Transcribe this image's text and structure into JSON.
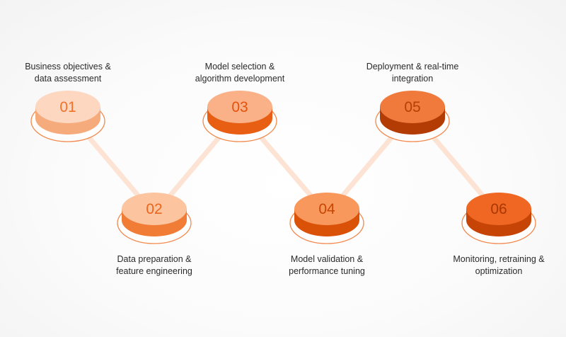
{
  "steps": [
    {
      "number": "01",
      "label": "Business objectives &\ndata assessment",
      "fill": "#fdd7c0",
      "side": "#f6ab7c",
      "numColor": "#f0722b"
    },
    {
      "number": "02",
      "label": "Data preparation &\nfeature engineering",
      "fill": "#fcc49f",
      "side": "#f07c35",
      "numColor": "#e9661e"
    },
    {
      "number": "03",
      "label": "Model selection &\nalgorithm development",
      "fill": "#fab188",
      "side": "#e85f13",
      "numColor": "#e4520b"
    },
    {
      "number": "04",
      "label": "Model validation &\nperformance tuning",
      "fill": "#f8985c",
      "side": "#d95208",
      "numColor": "#c84604"
    },
    {
      "number": "05",
      "label": "Deployment & real-time\nintegration",
      "fill": "#f07a3c",
      "side": "#b33c05",
      "numColor": "#b53f06"
    },
    {
      "number": "06",
      "label": "Monitoring, retraining &\noptimization",
      "fill": "#ef6723",
      "side": "#c64506",
      "numColor": "#a93704"
    }
  ],
  "colors": {
    "connector": "#fde3d3",
    "ring": "#f3884b",
    "text": "#2a2a2a"
  }
}
